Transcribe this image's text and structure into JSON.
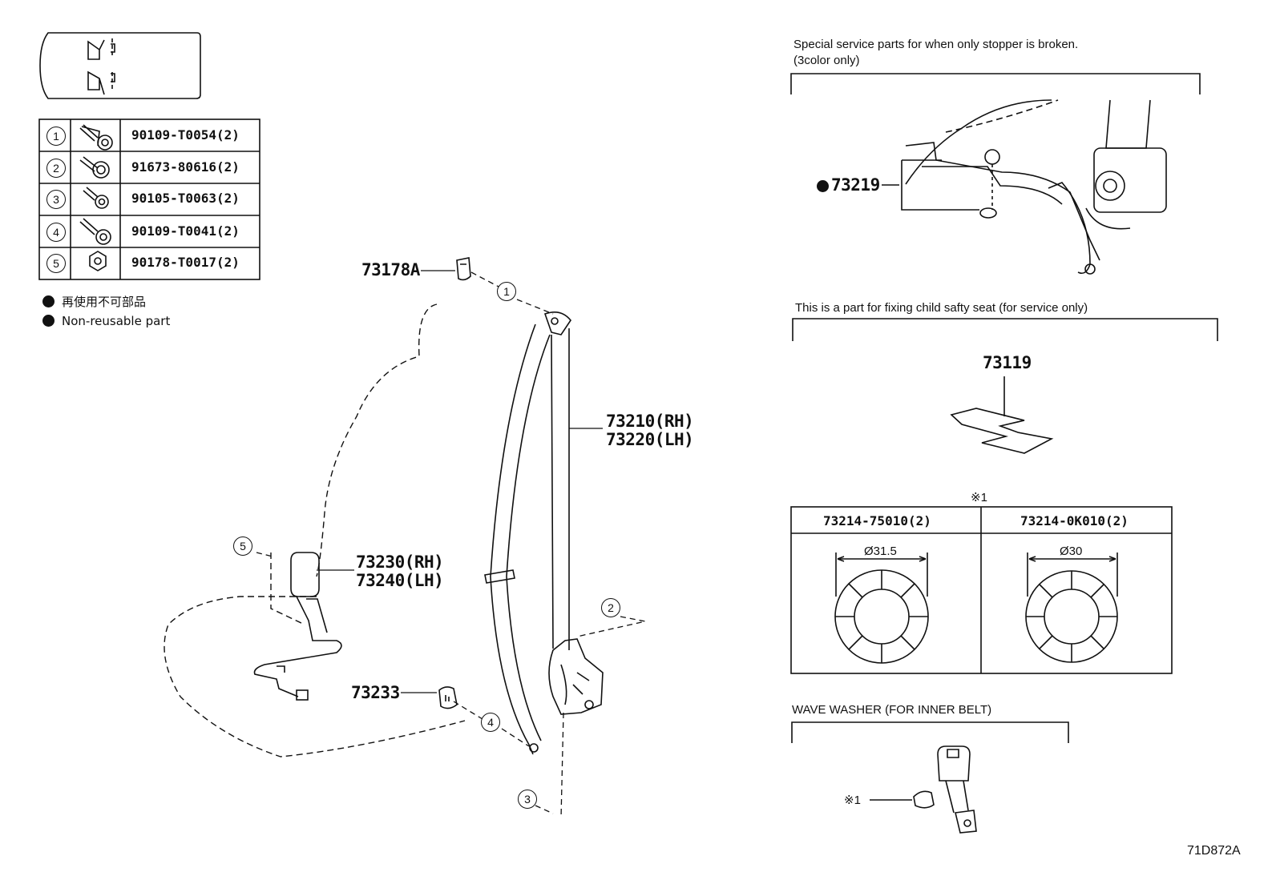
{
  "fastener_table": [
    {
      "num": "1",
      "code": "90109-T0054(2)",
      "icon": "bolt-icon"
    },
    {
      "num": "2",
      "code": "91673-80616(2)",
      "icon": "flange-bolt-icon"
    },
    {
      "num": "3",
      "code": "90105-T0063(2)",
      "icon": "bolt-icon"
    },
    {
      "num": "4",
      "code": "90109-T0041(2)",
      "icon": "bolt-icon"
    },
    {
      "num": "5",
      "code": "90178-T0017(2)",
      "icon": "nut-icon"
    }
  ],
  "legend": {
    "jp": "再使用不可部品",
    "en": "Non-reusable part"
  },
  "main_parts": {
    "anchor_cover": "73178A",
    "belt_rh": "73210(RH)",
    "belt_lh": "73220(LH)",
    "buckle_rh": "73230(RH)",
    "buckle_lh": "73240(LH)",
    "cover": "73233"
  },
  "callouts": {
    "c1": "1",
    "c2": "2",
    "c3": "3",
    "c4": "4",
    "c5": "5"
  },
  "stopper_panel": {
    "title": "Special service parts for when only stopper is broken.",
    "subtitle": "(3color only)",
    "part": "73219"
  },
  "child_seat_panel": {
    "title": "This is a part for fixing child safty seat (for service only)",
    "part": "73119"
  },
  "washer_table": {
    "mark": "※1",
    "columns": [
      {
        "code": "73214-75010(2)",
        "dim": "Ø31.5"
      },
      {
        "code": "73214-0K010(2)",
        "dim": "Ø30"
      }
    ]
  },
  "wave_washer_panel": {
    "title": "WAVE WASHER (FOR INNER BELT)",
    "mark": "※1"
  },
  "figure_id": "71D872A"
}
